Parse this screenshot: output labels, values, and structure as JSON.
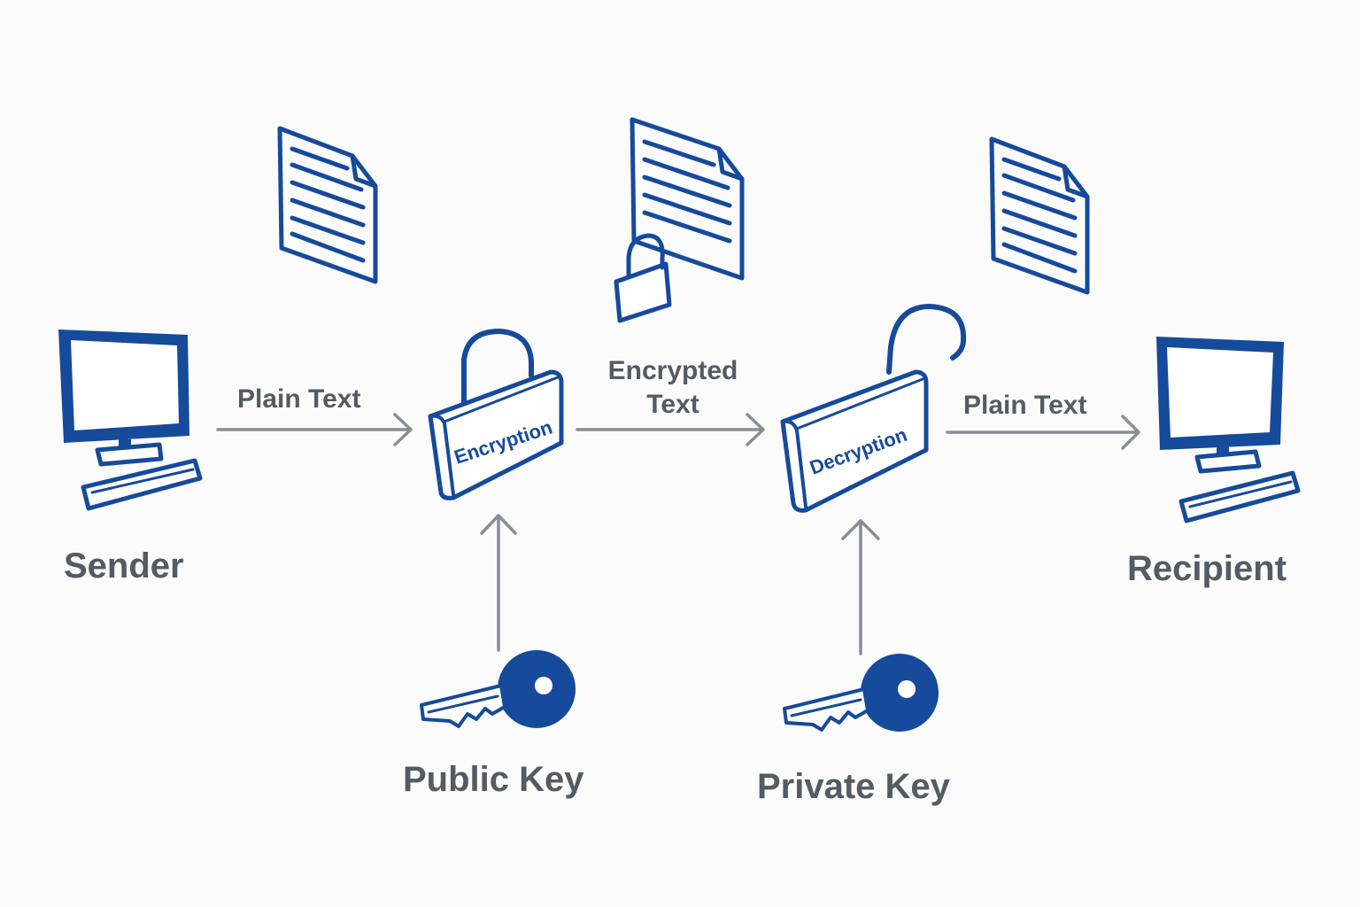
{
  "colors": {
    "icon_blue": "#164a9a",
    "arrow_gray": "#8a8d93",
    "label_gray": "#555a63",
    "background": "#fbfbfb"
  },
  "nodes": {
    "sender": {
      "label": "Sender",
      "icon": "computer-icon"
    },
    "recipient": {
      "label": "Recipient",
      "icon": "computer-icon"
    },
    "encryption": {
      "label": "Encryption",
      "icon": "closed-padlock-icon"
    },
    "decryption": {
      "label": "Decryption",
      "icon": "open-padlock-icon"
    },
    "public_key": {
      "label": "Public Key",
      "icon": "key-icon"
    },
    "private_key": {
      "label": "Private Key",
      "icon": "key-icon"
    }
  },
  "documents": [
    {
      "icon": "document-icon"
    },
    {
      "icon": "locked-document-icon"
    },
    {
      "icon": "document-icon"
    }
  ],
  "edges": {
    "sender_to_encryption": "Plain Text",
    "encryption_to_decryption_line1": "Encrypted",
    "encryption_to_decryption_line2": "Text",
    "decryption_to_recipient": "Plain Text"
  }
}
